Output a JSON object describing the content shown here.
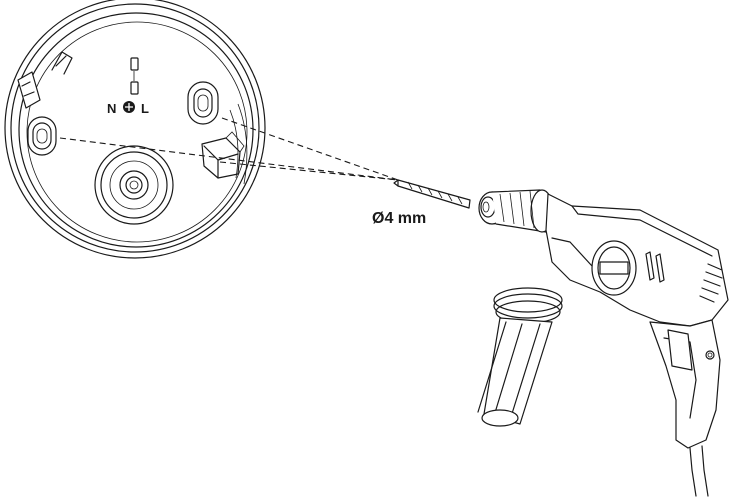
{
  "terminals": {
    "neutral": "N",
    "live": "L"
  },
  "drill": {
    "bit_size_label": "Ø4 mm"
  }
}
